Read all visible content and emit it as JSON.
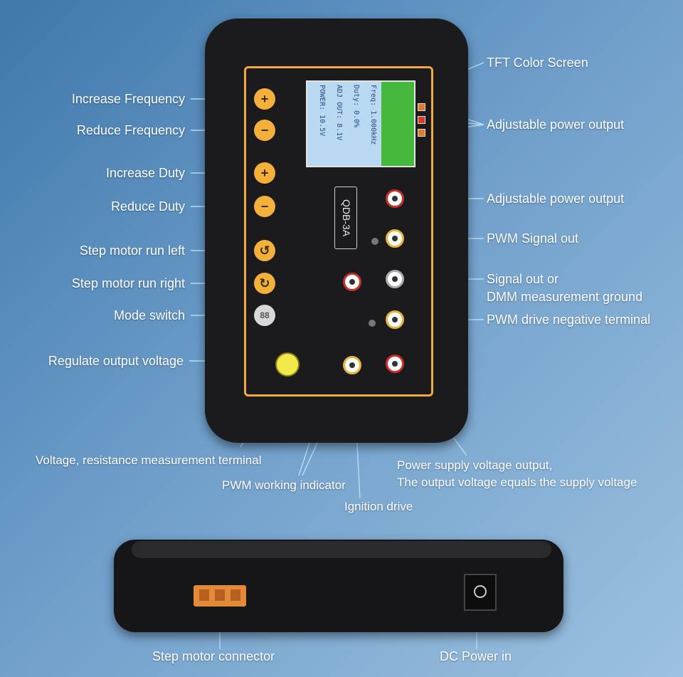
{
  "device": {
    "model": "QDB-3A",
    "screen_lines": [
      "Freq: 1.000kHz",
      "Duty: 0.0%",
      "ADJ OUT: 8.1V",
      "POWER: 10.5V"
    ]
  },
  "labels_left": [
    "Increase Frequency",
    "Reduce Frequency",
    "Increase Duty",
    "Reduce Duty",
    "Step motor run left",
    "Step motor run right",
    "Mode switch",
    "Regulate output voltage"
  ],
  "labels_right": [
    "TFT Color  Screen",
    "Adjustable power output",
    "Adjustable power output",
    "PWM Signal out",
    "Signal out or",
    "DMM measurement ground",
    "PWM drive negative terminal"
  ],
  "labels_bottom": {
    "voltage_terminal": "Voltage, resistance measurement terminal",
    "pwm_indicator": "PWM working indicator",
    "ignition": "Ignition drive",
    "power_supply_1": "Power supply voltage output,",
    "power_supply_2": "The output voltage equals the supply voltage",
    "step_connector": "Step motor connector",
    "dc_power": "DC Power in"
  },
  "colors": {
    "accent": "#f0a93a",
    "device": "#1b1b1d",
    "background": "#6d9dc9"
  }
}
